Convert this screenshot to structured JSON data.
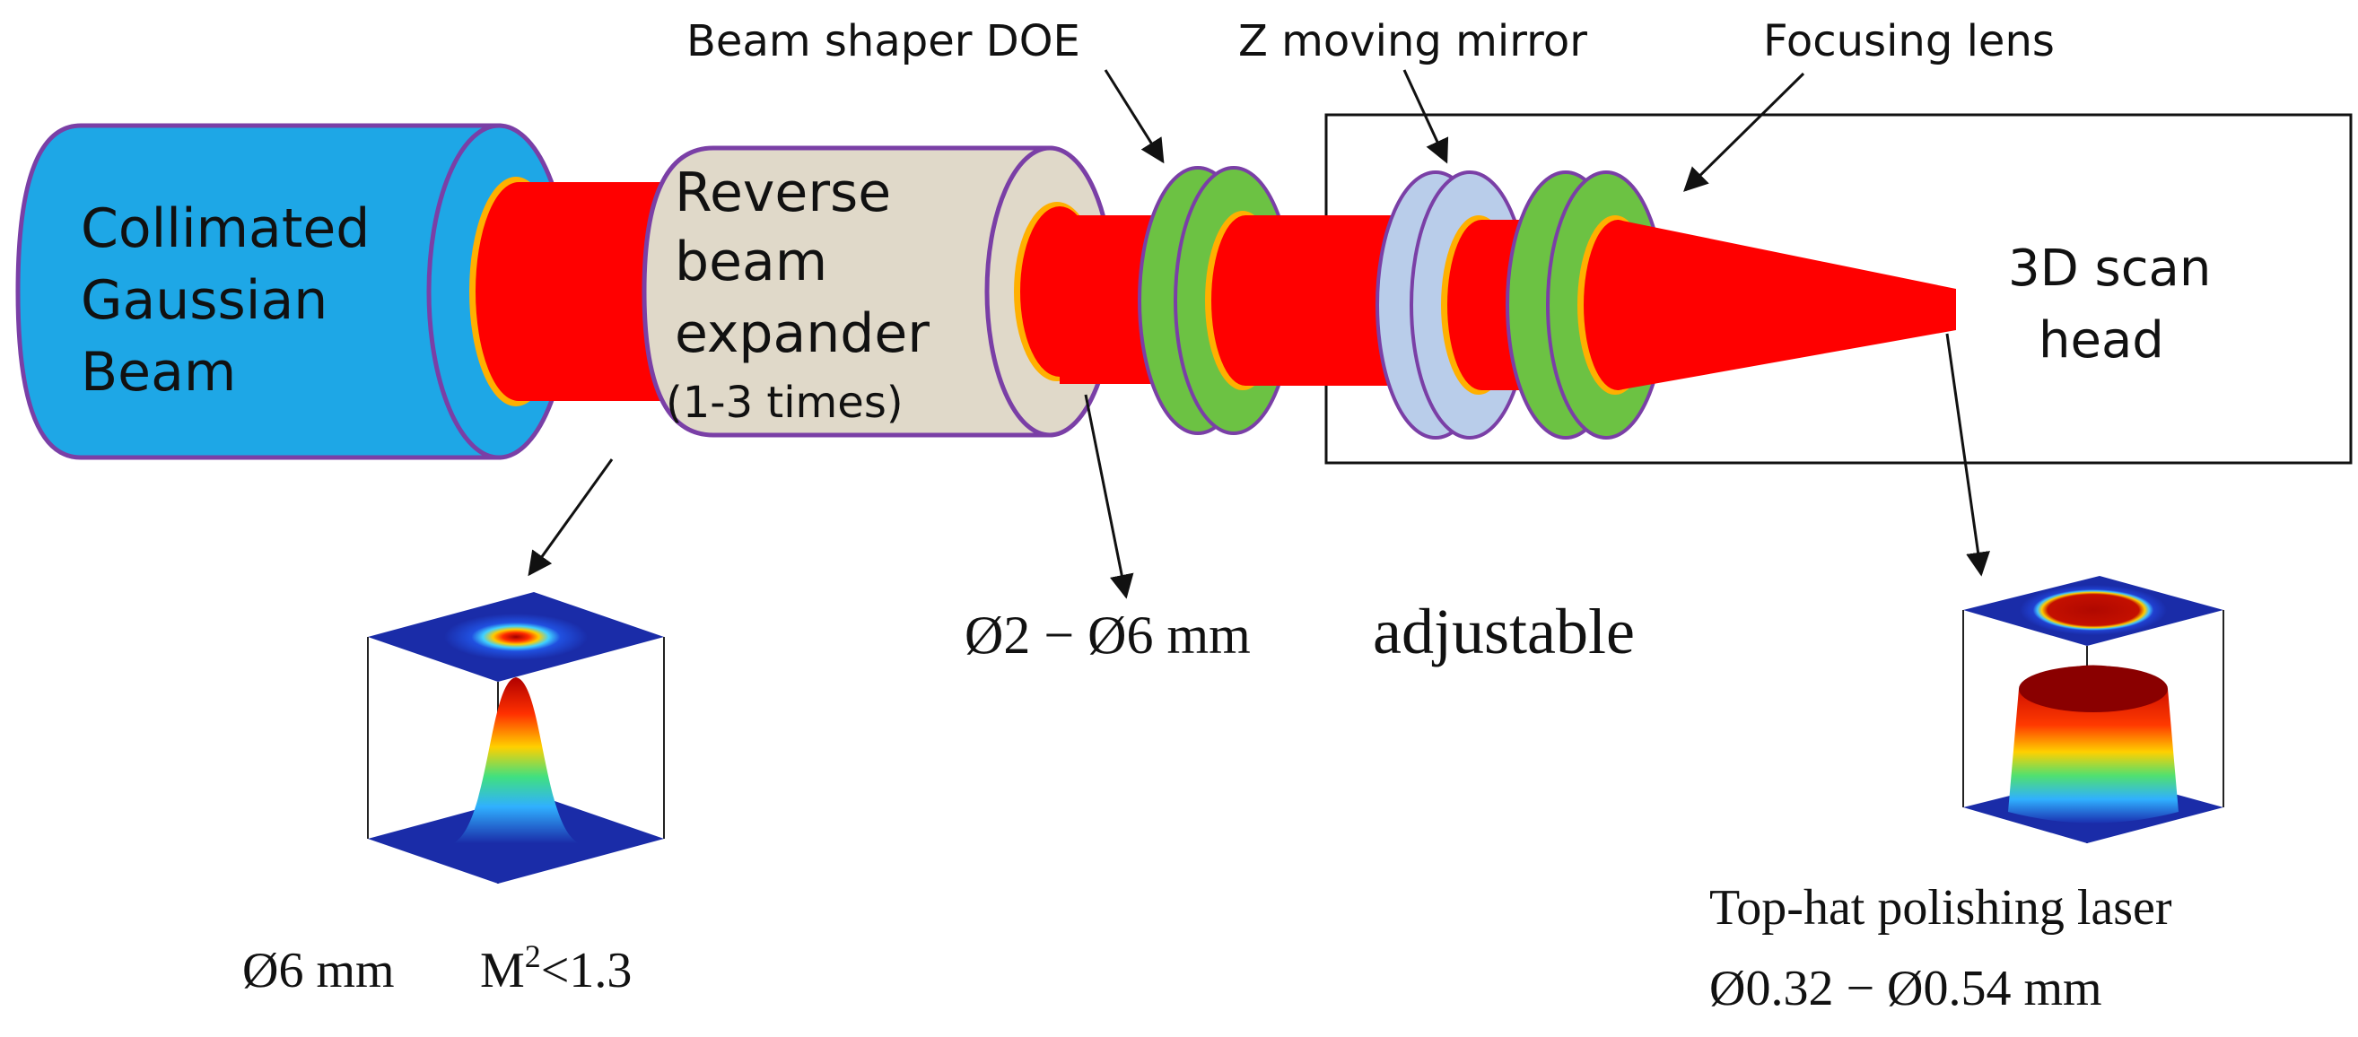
{
  "labels": {
    "collimated_beam": [
      "Collimated",
      "Gaussian",
      "Beam"
    ],
    "reverse_expander": [
      "Reverse",
      "beam",
      "expander"
    ],
    "expander_ratio": "(1-3 times)",
    "beam_shaper": "Beam shaper DOE",
    "z_mirror": "Z moving mirror",
    "focusing_lens": "Focusing lens",
    "scan_head": [
      "3D scan",
      "head"
    ],
    "adjustable_diameter": "Ø2 − Ø6 mm",
    "adjustable": "adjustable",
    "input_diameter": "Ø6 mm",
    "m2_prefix": "M",
    "m2_exp": "2",
    "m2_suffix": "<1.3",
    "output_label": "Top-hat polishing laser",
    "output_diameter": "Ø0.32 − Ø0.54 mm"
  },
  "colors": {
    "collimator_fill": "#1ea7e6",
    "expander_fill": "#e0d9c9",
    "housing_stroke": "#7a3fa6",
    "beam_red": "#ff0000",
    "beam_edge": "#ffb000",
    "doe_ring": "#6cc243",
    "mirror_fill": "#b9cdea"
  },
  "profiles": {
    "input": "gaussian",
    "output": "top-hat"
  }
}
